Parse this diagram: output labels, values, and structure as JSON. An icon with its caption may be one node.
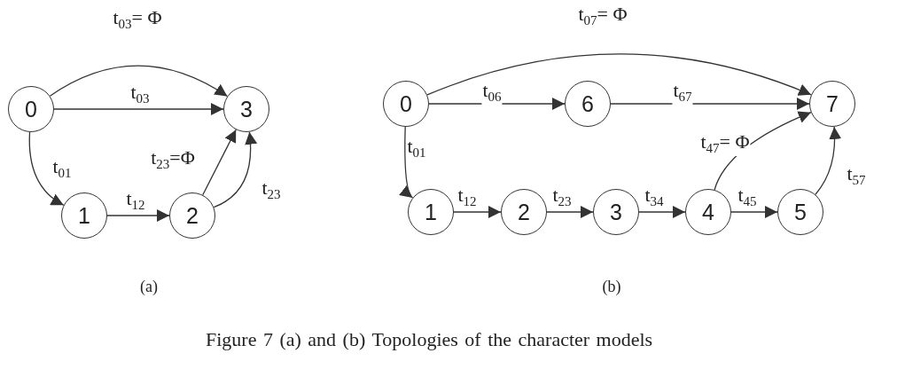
{
  "diagram": {
    "caption": "Figure 7 (a) and (b) Topologies of the character models",
    "nodes": [
      {
        "text": [
          "0"
        ]
      },
      {
        "text": [
          "3"
        ]
      },
      {
        "text": [
          "1"
        ]
      },
      {
        "text": [
          "2"
        ]
      },
      {
        "text": [
          "0"
        ]
      },
      {
        "text": [
          "6"
        ]
      },
      {
        "text": [
          "7"
        ]
      },
      {
        "text": [
          "1"
        ]
      },
      {
        "text": [
          "2"
        ]
      },
      {
        "text": [
          "3"
        ]
      },
      {
        "text": [
          "4"
        ]
      },
      {
        "text": [
          "5"
        ]
      }
    ],
    "edges": [
      {
        "from": 0,
        "to": 1,
        "arrow": "to",
        "label": "t$_{03}$= Φ"
      },
      {
        "from": 0,
        "to": 1,
        "arrow": "to",
        "label": "t$_{03}$"
      },
      {
        "from": 0,
        "to": 2,
        "arrow": "to",
        "label": "t$_{01}$"
      },
      {
        "from": 2,
        "to": 3,
        "arrow": "to",
        "label": "t$_{12}$"
      },
      {
        "from": 3,
        "to": 1,
        "arrow": "to",
        "label": "t$_{23}$=Φ"
      },
      {
        "from": 3,
        "to": 1,
        "arrow": "to",
        "label": "t$_{23}$"
      },
      {
        "from": 4,
        "to": 6,
        "arrow": "to",
        "label": "t$_{07}$= Φ"
      },
      {
        "from": 4,
        "to": 5,
        "arrow": "to",
        "label": "t$_{06}$"
      },
      {
        "from": 5,
        "to": 6,
        "arrow": "to",
        "label": "t$_{67}$"
      },
      {
        "from": 4,
        "to": 7,
        "arrow": "to",
        "label": "t$_{01}$"
      },
      {
        "from": 7,
        "to": 8,
        "arrow": "to",
        "label": "t$_{12}$"
      },
      {
        "from": 8,
        "to": 9,
        "arrow": "to",
        "label": "t$_{23}$"
      },
      {
        "from": 9,
        "to": 10,
        "arrow": "to",
        "label": "t$_{34}$"
      },
      {
        "from": 10,
        "to": 11,
        "arrow": "to",
        "label": "t$_{45}$"
      },
      {
        "from": 10,
        "to": 6,
        "arrow": "to",
        "label": "t$_{47}$= Φ"
      },
      {
        "from": 11,
        "to": 6,
        "arrow": "to",
        "label": "t$_{57}$"
      }
    ],
    "labels": [
      "(a)",
      "(b)"
    ]
  }
}
